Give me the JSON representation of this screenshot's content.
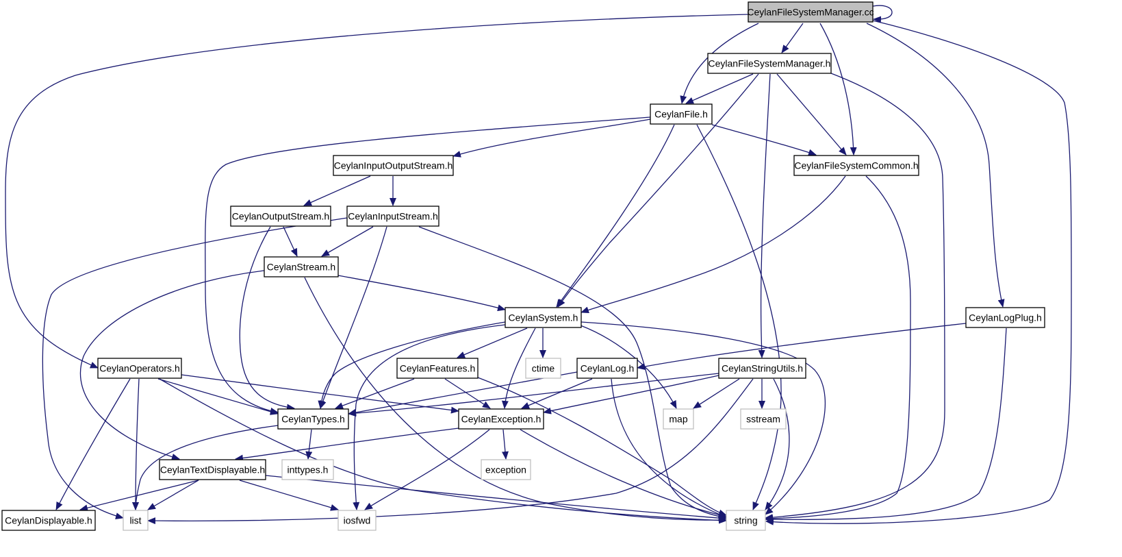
{
  "graph": {
    "colors": {
      "edge": "#191970",
      "node_border": "#000000",
      "external_border": "#bfbfbf",
      "root_fill": "#bfbfbf",
      "node_fill": "#ffffff"
    },
    "nodes": [
      {
        "id": "fsm_cc",
        "label": "CeylanFileSystemManager.cc",
        "kind": "root"
      },
      {
        "id": "fsm_h",
        "label": "CeylanFileSystemManager.h",
        "kind": "header"
      },
      {
        "id": "file_h",
        "label": "CeylanFile.h",
        "kind": "header"
      },
      {
        "id": "fscommon_h",
        "label": "CeylanFileSystemCommon.h",
        "kind": "header"
      },
      {
        "id": "ios_h",
        "label": "CeylanInputOutputStream.h",
        "kind": "header"
      },
      {
        "id": "os_h",
        "label": "CeylanOutputStream.h",
        "kind": "header"
      },
      {
        "id": "is_h",
        "label": "CeylanInputStream.h",
        "kind": "header"
      },
      {
        "id": "stream_h",
        "label": "CeylanStream.h",
        "kind": "header"
      },
      {
        "id": "system_h",
        "label": "CeylanSystem.h",
        "kind": "header"
      },
      {
        "id": "logplug_h",
        "label": "CeylanLogPlug.h",
        "kind": "header"
      },
      {
        "id": "operators_h",
        "label": "CeylanOperators.h",
        "kind": "header"
      },
      {
        "id": "features_h",
        "label": "CeylanFeatures.h",
        "kind": "header"
      },
      {
        "id": "ctime",
        "label": "ctime",
        "kind": "external"
      },
      {
        "id": "log_h",
        "label": "CeylanLog.h",
        "kind": "header"
      },
      {
        "id": "strutils_h",
        "label": "CeylanStringUtils.h",
        "kind": "header"
      },
      {
        "id": "types_h",
        "label": "CeylanTypes.h",
        "kind": "header"
      },
      {
        "id": "exception_h",
        "label": "CeylanException.h",
        "kind": "header"
      },
      {
        "id": "map",
        "label": "map",
        "kind": "external"
      },
      {
        "id": "sstream",
        "label": "sstream",
        "kind": "external"
      },
      {
        "id": "textdisp_h",
        "label": "CeylanTextDisplayable.h",
        "kind": "header"
      },
      {
        "id": "inttypes_h",
        "label": "inttypes.h",
        "kind": "external"
      },
      {
        "id": "exception",
        "label": "exception",
        "kind": "external"
      },
      {
        "id": "displayable_h",
        "label": "CeylanDisplayable.h",
        "kind": "header"
      },
      {
        "id": "list",
        "label": "list",
        "kind": "external"
      },
      {
        "id": "iosfwd",
        "label": "iosfwd",
        "kind": "external"
      },
      {
        "id": "string",
        "label": "string",
        "kind": "external"
      }
    ],
    "edges": [
      {
        "from": "fsm_cc",
        "to": "fsm_cc"
      },
      {
        "from": "fsm_cc",
        "to": "fsm_h"
      },
      {
        "from": "fsm_cc",
        "to": "file_h"
      },
      {
        "from": "fsm_cc",
        "to": "fscommon_h"
      },
      {
        "from": "fsm_cc",
        "to": "logplug_h"
      },
      {
        "from": "fsm_cc",
        "to": "operators_h"
      },
      {
        "from": "fsm_cc",
        "to": "string"
      },
      {
        "from": "fsm_h",
        "to": "file_h"
      },
      {
        "from": "fsm_h",
        "to": "fscommon_h"
      },
      {
        "from": "fsm_h",
        "to": "system_h"
      },
      {
        "from": "fsm_h",
        "to": "strutils_h"
      },
      {
        "from": "fsm_h",
        "to": "string"
      },
      {
        "from": "file_h",
        "to": "ios_h"
      },
      {
        "from": "file_h",
        "to": "fscommon_h"
      },
      {
        "from": "file_h",
        "to": "system_h"
      },
      {
        "from": "file_h",
        "to": "types_h"
      },
      {
        "from": "file_h",
        "to": "string"
      },
      {
        "from": "fscommon_h",
        "to": "system_h"
      },
      {
        "from": "fscommon_h",
        "to": "string"
      },
      {
        "from": "ios_h",
        "to": "os_h"
      },
      {
        "from": "ios_h",
        "to": "is_h"
      },
      {
        "from": "os_h",
        "to": "stream_h"
      },
      {
        "from": "os_h",
        "to": "types_h"
      },
      {
        "from": "is_h",
        "to": "stream_h"
      },
      {
        "from": "is_h",
        "to": "types_h"
      },
      {
        "from": "is_h",
        "to": "list"
      },
      {
        "from": "is_h",
        "to": "string"
      },
      {
        "from": "stream_h",
        "to": "system_h"
      },
      {
        "from": "stream_h",
        "to": "textdisp_h"
      },
      {
        "from": "stream_h",
        "to": "string"
      },
      {
        "from": "system_h",
        "to": "features_h"
      },
      {
        "from": "system_h",
        "to": "ctime"
      },
      {
        "from": "system_h",
        "to": "map"
      },
      {
        "from": "system_h",
        "to": "types_h"
      },
      {
        "from": "system_h",
        "to": "exception_h"
      },
      {
        "from": "system_h",
        "to": "iosfwd"
      },
      {
        "from": "system_h",
        "to": "string"
      },
      {
        "from": "logplug_h",
        "to": "log_h"
      },
      {
        "from": "logplug_h",
        "to": "string"
      },
      {
        "from": "operators_h",
        "to": "types_h"
      },
      {
        "from": "operators_h",
        "to": "exception_h"
      },
      {
        "from": "operators_h",
        "to": "displayable_h"
      },
      {
        "from": "operators_h",
        "to": "list"
      },
      {
        "from": "operators_h",
        "to": "string"
      },
      {
        "from": "features_h",
        "to": "types_h"
      },
      {
        "from": "features_h",
        "to": "exception_h"
      },
      {
        "from": "features_h",
        "to": "string"
      },
      {
        "from": "log_h",
        "to": "types_h"
      },
      {
        "from": "log_h",
        "to": "exception_h"
      },
      {
        "from": "log_h",
        "to": "string"
      },
      {
        "from": "strutils_h",
        "to": "types_h"
      },
      {
        "from": "strutils_h",
        "to": "exception_h"
      },
      {
        "from": "strutils_h",
        "to": "map"
      },
      {
        "from": "strutils_h",
        "to": "sstream"
      },
      {
        "from": "strutils_h",
        "to": "list"
      },
      {
        "from": "strutils_h",
        "to": "string"
      },
      {
        "from": "types_h",
        "to": "inttypes_h"
      },
      {
        "from": "types_h",
        "to": "list"
      },
      {
        "from": "exception_h",
        "to": "textdisp_h"
      },
      {
        "from": "exception_h",
        "to": "exception"
      },
      {
        "from": "exception_h",
        "to": "iosfwd"
      },
      {
        "from": "exception_h",
        "to": "string"
      },
      {
        "from": "textdisp_h",
        "to": "displayable_h"
      },
      {
        "from": "textdisp_h",
        "to": "list"
      },
      {
        "from": "textdisp_h",
        "to": "iosfwd"
      },
      {
        "from": "textdisp_h",
        "to": "string"
      }
    ]
  }
}
